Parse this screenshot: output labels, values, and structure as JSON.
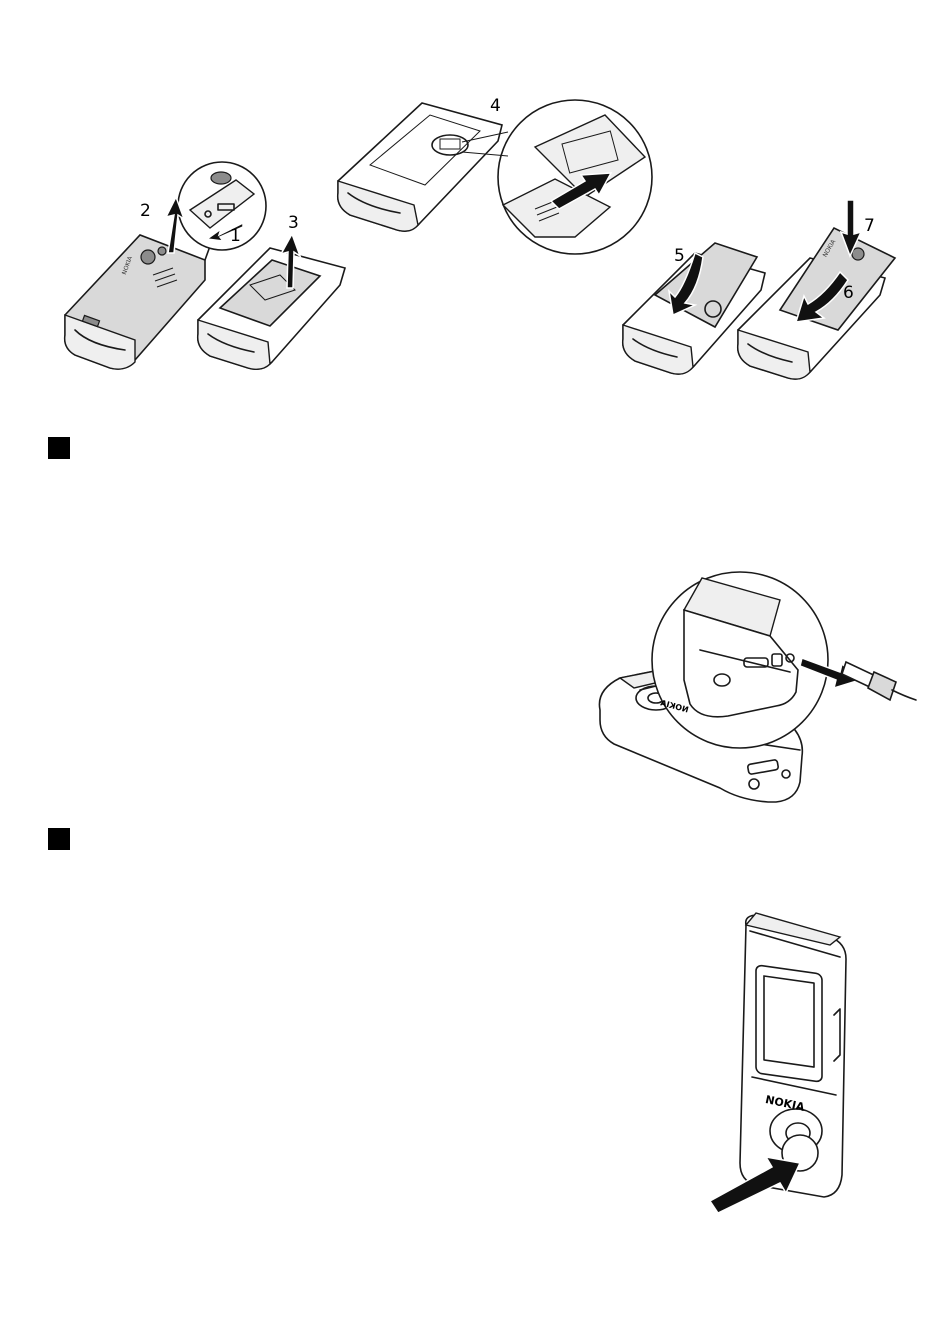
{
  "steps": {
    "s1": "1",
    "s2": "2",
    "s3": "3",
    "s4": "4",
    "s5": "5",
    "s6": "6",
    "s7": "7"
  },
  "brand": {
    "logo_back": "NOKIA",
    "logo_cover": "NOKIA",
    "logo_front": "NOKIA",
    "logo_side": "NOKIA"
  },
  "icons": {
    "section_marker": "black-square-icon",
    "arrow": "arrow-icon"
  },
  "colors": {
    "ink": "#1a1a1a",
    "cover_gray": "#d9d9d9",
    "marker": "#000000"
  }
}
